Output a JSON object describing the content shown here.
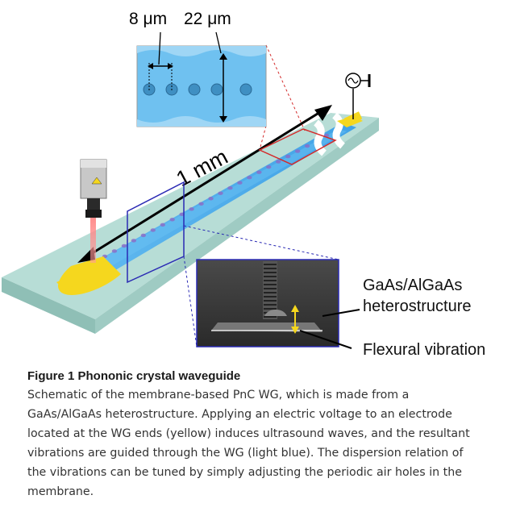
{
  "diagram": {
    "dimension_hole_pitch": "8 μm",
    "dimension_width": "22 μm",
    "length_label": "1 mm",
    "material_label_line1": "GaAs/AlGaAs",
    "material_label_line2": "heterostructure",
    "vibration_label": "Flexural vibration",
    "icons": [
      "laser-icon",
      "ac-voltage-source-icon",
      "ground-icon"
    ],
    "colors": {
      "substrate": "#b7ddd6",
      "waveguide": "#4aaef2",
      "electrode": "#f5d71e",
      "zoom_box": "#d42a2a",
      "section_box": "#2a2ab4"
    }
  },
  "caption": {
    "title": "Figure 1 Phononic crystal waveguide",
    "line1": "Schematic of the membrane-based PnC WG, which is made from a",
    "line2": "GaAs/AlGaAs heterostructure. Applying an electric voltage to an electrode",
    "line3": "located at the WG ends (yellow) induces ultrasound waves, and the resultant",
    "line4": "vibrations are guided through the WG (light blue). The dispersion relation of",
    "line5": "the vibrations can be tuned by simply adjusting the periodic air holes in the",
    "line6": "membrane."
  }
}
